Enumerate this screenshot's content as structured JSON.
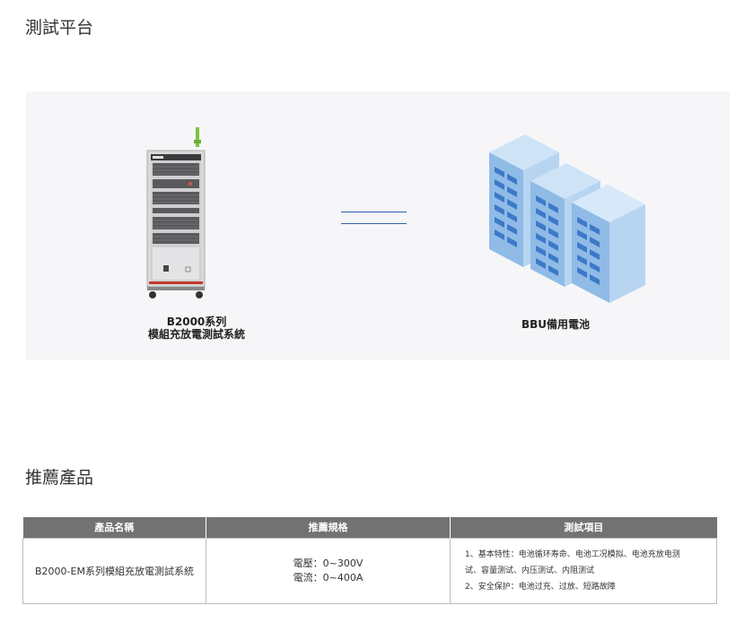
{
  "sections": {
    "platform_title": "測試平台",
    "products_title": "推薦產品"
  },
  "platform": {
    "cabinet_label_line1": "B2000系列",
    "cabinet_label_line2": "模組充放電測試系統",
    "bbu_label": "BBU備用電池",
    "colors": {
      "link_line": "#2f5fa8",
      "panel_bg": "#f6f6f8",
      "status_light": "#7dc242"
    }
  },
  "products_table": {
    "headers": [
      "產品名稱",
      "推薦規格",
      "測試項目"
    ],
    "rows": [
      {
        "name": "B2000-EM系列模組充放電測試系統",
        "spec_line1": "電壓：0~300V",
        "spec_line2": "電流：0~400A",
        "items_line1": "1、基本特性：电池循环寿命、电池工况模拟、电池充放电测",
        "items_line2": "试、容量测试、内压测试、内阻测试",
        "items_line3": "2、安全保护：电池过充、过放、短路故障"
      }
    ]
  }
}
